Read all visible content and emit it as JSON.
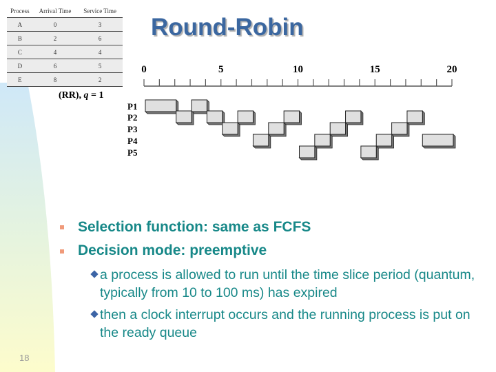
{
  "slide": {
    "title": "Round-Robin",
    "page_number": "18",
    "process_table": {
      "headers": [
        "Process",
        "Arrival Time",
        "Service Time"
      ],
      "rows": [
        [
          "A",
          "0",
          "3"
        ],
        [
          "B",
          "2",
          "6"
        ],
        [
          "C",
          "4",
          "4"
        ],
        [
          "D",
          "6",
          "5"
        ],
        [
          "E",
          "8",
          "2"
        ]
      ]
    },
    "figure_label_prefix": "(RR), ",
    "figure_label_q": "q",
    "figure_label_suffix": " = 1",
    "bullets": [
      "Selection function: same as FCFS",
      "Decision mode: preemptive"
    ],
    "sub_bullets": [
      "a process is allowed to run until the time slice period (quantum, typically from 10 to 100 ms) has expired",
      "then a clock interrupt occurs and the running process is put on the ready queue"
    ],
    "colors": {
      "title": "#3b67a0",
      "text": "#178888",
      "bullet": "#f09a7a",
      "sub_bullet": "#3c64a6",
      "bar_fill": "#e0e0e0"
    }
  },
  "chart_data": {
    "type": "gantt",
    "axis_ticks": [
      0,
      5,
      10,
      15,
      20
    ],
    "xlim": [
      0,
      20
    ],
    "rows": [
      "P1",
      "P2",
      "P3",
      "P4",
      "P5"
    ],
    "segments": {
      "P1": [
        [
          0,
          2
        ],
        [
          3,
          4
        ]
      ],
      "P2": [
        [
          2,
          3
        ],
        [
          4,
          5
        ],
        [
          6,
          7
        ],
        [
          9,
          10
        ],
        [
          13,
          14
        ],
        [
          17,
          18
        ]
      ],
      "P3": [
        [
          5,
          6
        ],
        [
          8,
          9
        ],
        [
          12,
          13
        ],
        [
          16,
          17
        ]
      ],
      "P4": [
        [
          7,
          8
        ],
        [
          11,
          12
        ],
        [
          15,
          16
        ],
        [
          18,
          20
        ]
      ],
      "P5": [
        [
          10,
          11
        ],
        [
          14,
          15
        ]
      ]
    }
  }
}
